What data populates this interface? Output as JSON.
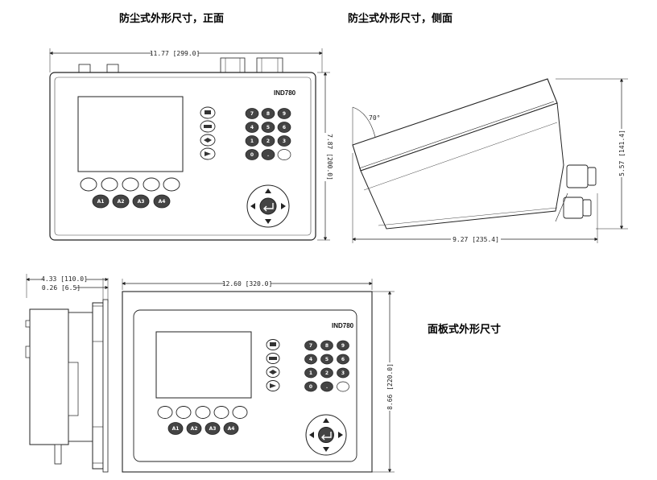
{
  "captions": {
    "front": "防尘式外形尺寸，正面",
    "side": "防尘式外形尺寸，侧面",
    "panel": "面板式外形尺寸"
  },
  "front_view": {
    "width_dim": "11.77 [299.0]",
    "height_dim": "7.87 [200.0]",
    "brand": "IND780",
    "keypad": [
      "7",
      "8",
      "9",
      "4",
      "5",
      "6",
      "1",
      "2",
      "3",
      "0",
      ".",
      ""
    ],
    "function_keys": [
      "A1",
      "A2",
      "A3",
      "A4"
    ]
  },
  "side_view": {
    "angle": "70°",
    "depth_dim": "9.27 [235.4]",
    "height_dim": "5.57 [141.4]"
  },
  "panel_view": {
    "depth_dim": "4.33 [110.0]",
    "thickness_dim": "0.26 [6.5]",
    "width_dim": "12.60 [320.0]",
    "height_dim": "8.66 [220.0]",
    "brand": "IND780",
    "keypad": [
      "7",
      "8",
      "9",
      "4",
      "5",
      "6",
      "1",
      "2",
      "3",
      "0",
      ".",
      ""
    ],
    "function_keys": [
      "A1",
      "A2",
      "A3",
      "A4"
    ]
  }
}
